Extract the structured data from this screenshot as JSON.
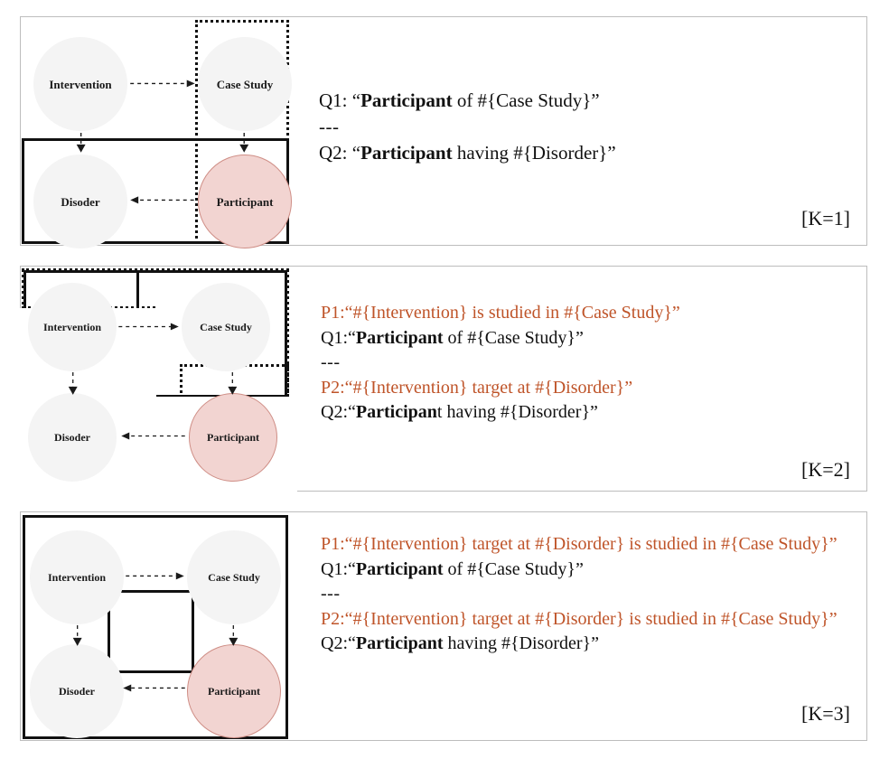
{
  "figure": {
    "nodes": {
      "intervention": "Intervention",
      "case_study": "Case Study",
      "disorder": "Disoder",
      "participant": "Participant"
    },
    "colors": {
      "premise_text": "#bf5429",
      "query_text": "#111111",
      "participant_fill": "#f2d4d1",
      "participant_stroke": "#cf8e86",
      "entity_fill": "#f4f4f4",
      "box_stroke": "#111111",
      "panel_border": "#bdbdbd"
    },
    "separator": "---"
  },
  "panels": [
    {
      "k_label": "[K=1]",
      "lines": [
        {
          "id": "q1",
          "kind": "query",
          "prefix": "Q1:",
          "open_quote": "“",
          "bold": "Participant",
          "rest": " of #{Case Study}",
          "close_quote": "”"
        },
        {
          "id": "sep",
          "kind": "separator",
          "text": "---"
        },
        {
          "id": "q2",
          "kind": "query",
          "prefix": "Q2:",
          "open_quote": "“",
          "bold": "Participant",
          "rest": " having #{Disorder}",
          "close_quote": "”"
        }
      ]
    },
    {
      "k_label": "[K=2]",
      "lines": [
        {
          "id": "p1",
          "kind": "premise",
          "prefix": "P1:",
          "open_quote": "“",
          "bold": "",
          "rest": "#{Intervention} is studied in #{Case Study}",
          "close_quote": "”"
        },
        {
          "id": "q1",
          "kind": "query",
          "prefix": "Q1:",
          "open_quote": "“",
          "bold": "Participant",
          "rest": " of #{Case Study}",
          "close_quote": "”"
        },
        {
          "id": "sep",
          "kind": "separator",
          "text": "---"
        },
        {
          "id": "p2",
          "kind": "premise",
          "prefix": "P2:",
          "open_quote": "“",
          "bold": "",
          "rest": "#{Intervention} target at #{Disorder}",
          "close_quote": "”"
        },
        {
          "id": "q2",
          "kind": "query",
          "prefix": "Q2:",
          "open_quote": "“",
          "bold": "Participan",
          "rest": "t having #{Disorder}",
          "close_quote": "”"
        }
      ]
    },
    {
      "k_label": "[K=3]",
      "lines": [
        {
          "id": "p1",
          "kind": "premise",
          "prefix": "P1:",
          "open_quote": "“",
          "bold": "",
          "rest": "#{Intervention} target at #{Disorder} is studied in #{Case Study}",
          "close_quote": "”"
        },
        {
          "id": "q1",
          "kind": "query",
          "prefix": "Q1:",
          "open_quote": "“",
          "bold": "Participant",
          "rest": " of #{Case Study}",
          "close_quote": "”"
        },
        {
          "id": "sep",
          "kind": "separator",
          "text": "---"
        },
        {
          "id": "p2",
          "kind": "premise",
          "prefix": "P2:",
          "open_quote": "“",
          "bold": "",
          "rest": "#{Intervention} target at #{Disorder} is studied in #{Case Study}",
          "close_quote": "”"
        },
        {
          "id": "q2",
          "kind": "query",
          "prefix": "Q2:",
          "open_quote": "“",
          "bold": "Participant",
          "rest": " having #{Disorder}",
          "close_quote": "”"
        }
      ]
    }
  ],
  "text": {
    "p1_q1_full": "Q1: “Participant of #{Case Study}”",
    "p1_q2_full": "Q2: “Participant having #{Disorder}”",
    "p2_p1_full": "P1:“#{Intervention} is studied in #{Case Study}”",
    "p2_q1_full": "Q1:“Participant of #{Case Study}”",
    "p2_p2_full": "P2:“#{Intervention} target at #{Disorder}”",
    "p2_q2_full": "Q2:“Participant having #{Disorder}”",
    "p3_p1_full": "P1:“#{Intervention} target at #{Disorder} is studied in #{Case Study}”",
    "p3_q1_full": "Q1:“Participant of #{Case Study}”",
    "p3_p2_full": "P2:“#{Intervention} target at #{Disorder} is studied in #{Case Study}”",
    "p3_q2_full": "Q2:“Participant having #{Disorder}”"
  },
  "edges": [
    {
      "from": "intervention",
      "to": "case_study",
      "style": "dashed",
      "direction": "right"
    },
    {
      "from": "intervention",
      "to": "disorder",
      "style": "dashed",
      "direction": "down"
    },
    {
      "from": "case_study",
      "to": "participant",
      "style": "dashed",
      "direction": "down"
    },
    {
      "from": "participant",
      "to": "disorder",
      "style": "dashed",
      "direction": "left"
    }
  ]
}
